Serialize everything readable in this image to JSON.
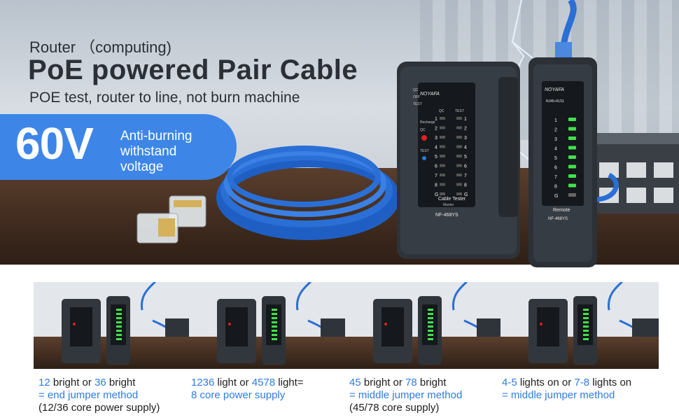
{
  "header": {
    "subtitle": "Router （computing)",
    "title": "PoE powered Pair Cable",
    "tagline": "POE test, router to line, not burn machine"
  },
  "banner": {
    "voltage": "60V",
    "line1": "Anti-burning",
    "line2": "withstand",
    "line3": "voltage"
  },
  "device": {
    "brand": "NOYAFA",
    "master_label": "Cable Tester",
    "master_sub": "Master",
    "master_model": "NF-468YS",
    "remote_label": "Remote",
    "remote_model": "NF-468YS",
    "remote_port": "RJ45+RJ11",
    "switch_labels": [
      "QC",
      "OFF",
      "TEST"
    ],
    "col_labels": [
      "QC",
      "TEST"
    ],
    "side_labels": [
      "Recharge",
      "QC",
      "TEST"
    ],
    "pins": [
      "1",
      "2",
      "3",
      "4",
      "5",
      "6",
      "7",
      "8",
      "G"
    ]
  },
  "captions": [
    {
      "l1a": "12",
      "l1b": " bright or ",
      "l1c": "36",
      "l1d": " bright",
      "l2": "= end jumper method",
      "l3": "(12/36 core power supply)"
    },
    {
      "l1a": "1236",
      "l1b": " light or ",
      "l1c": "4578",
      "l1d": " light=",
      "l2": "8 core power supply"
    },
    {
      "l1a": "45",
      "l1b": " bright or ",
      "l1c": "78",
      "l1d": " bright",
      "l2": "= middle jumper method",
      "l3": "(45/78 core supply)"
    },
    {
      "l1a": "4-5",
      "l1b": " lights on or ",
      "l1c": "7-8",
      "l1d": " lights on",
      "l2": "= middle jumper method"
    }
  ],
  "colors": {
    "accent": "#3d86e8",
    "highlight": "#2f7be2",
    "led_green": "#3fe34a",
    "cable_blue": "#2a6fd6"
  }
}
